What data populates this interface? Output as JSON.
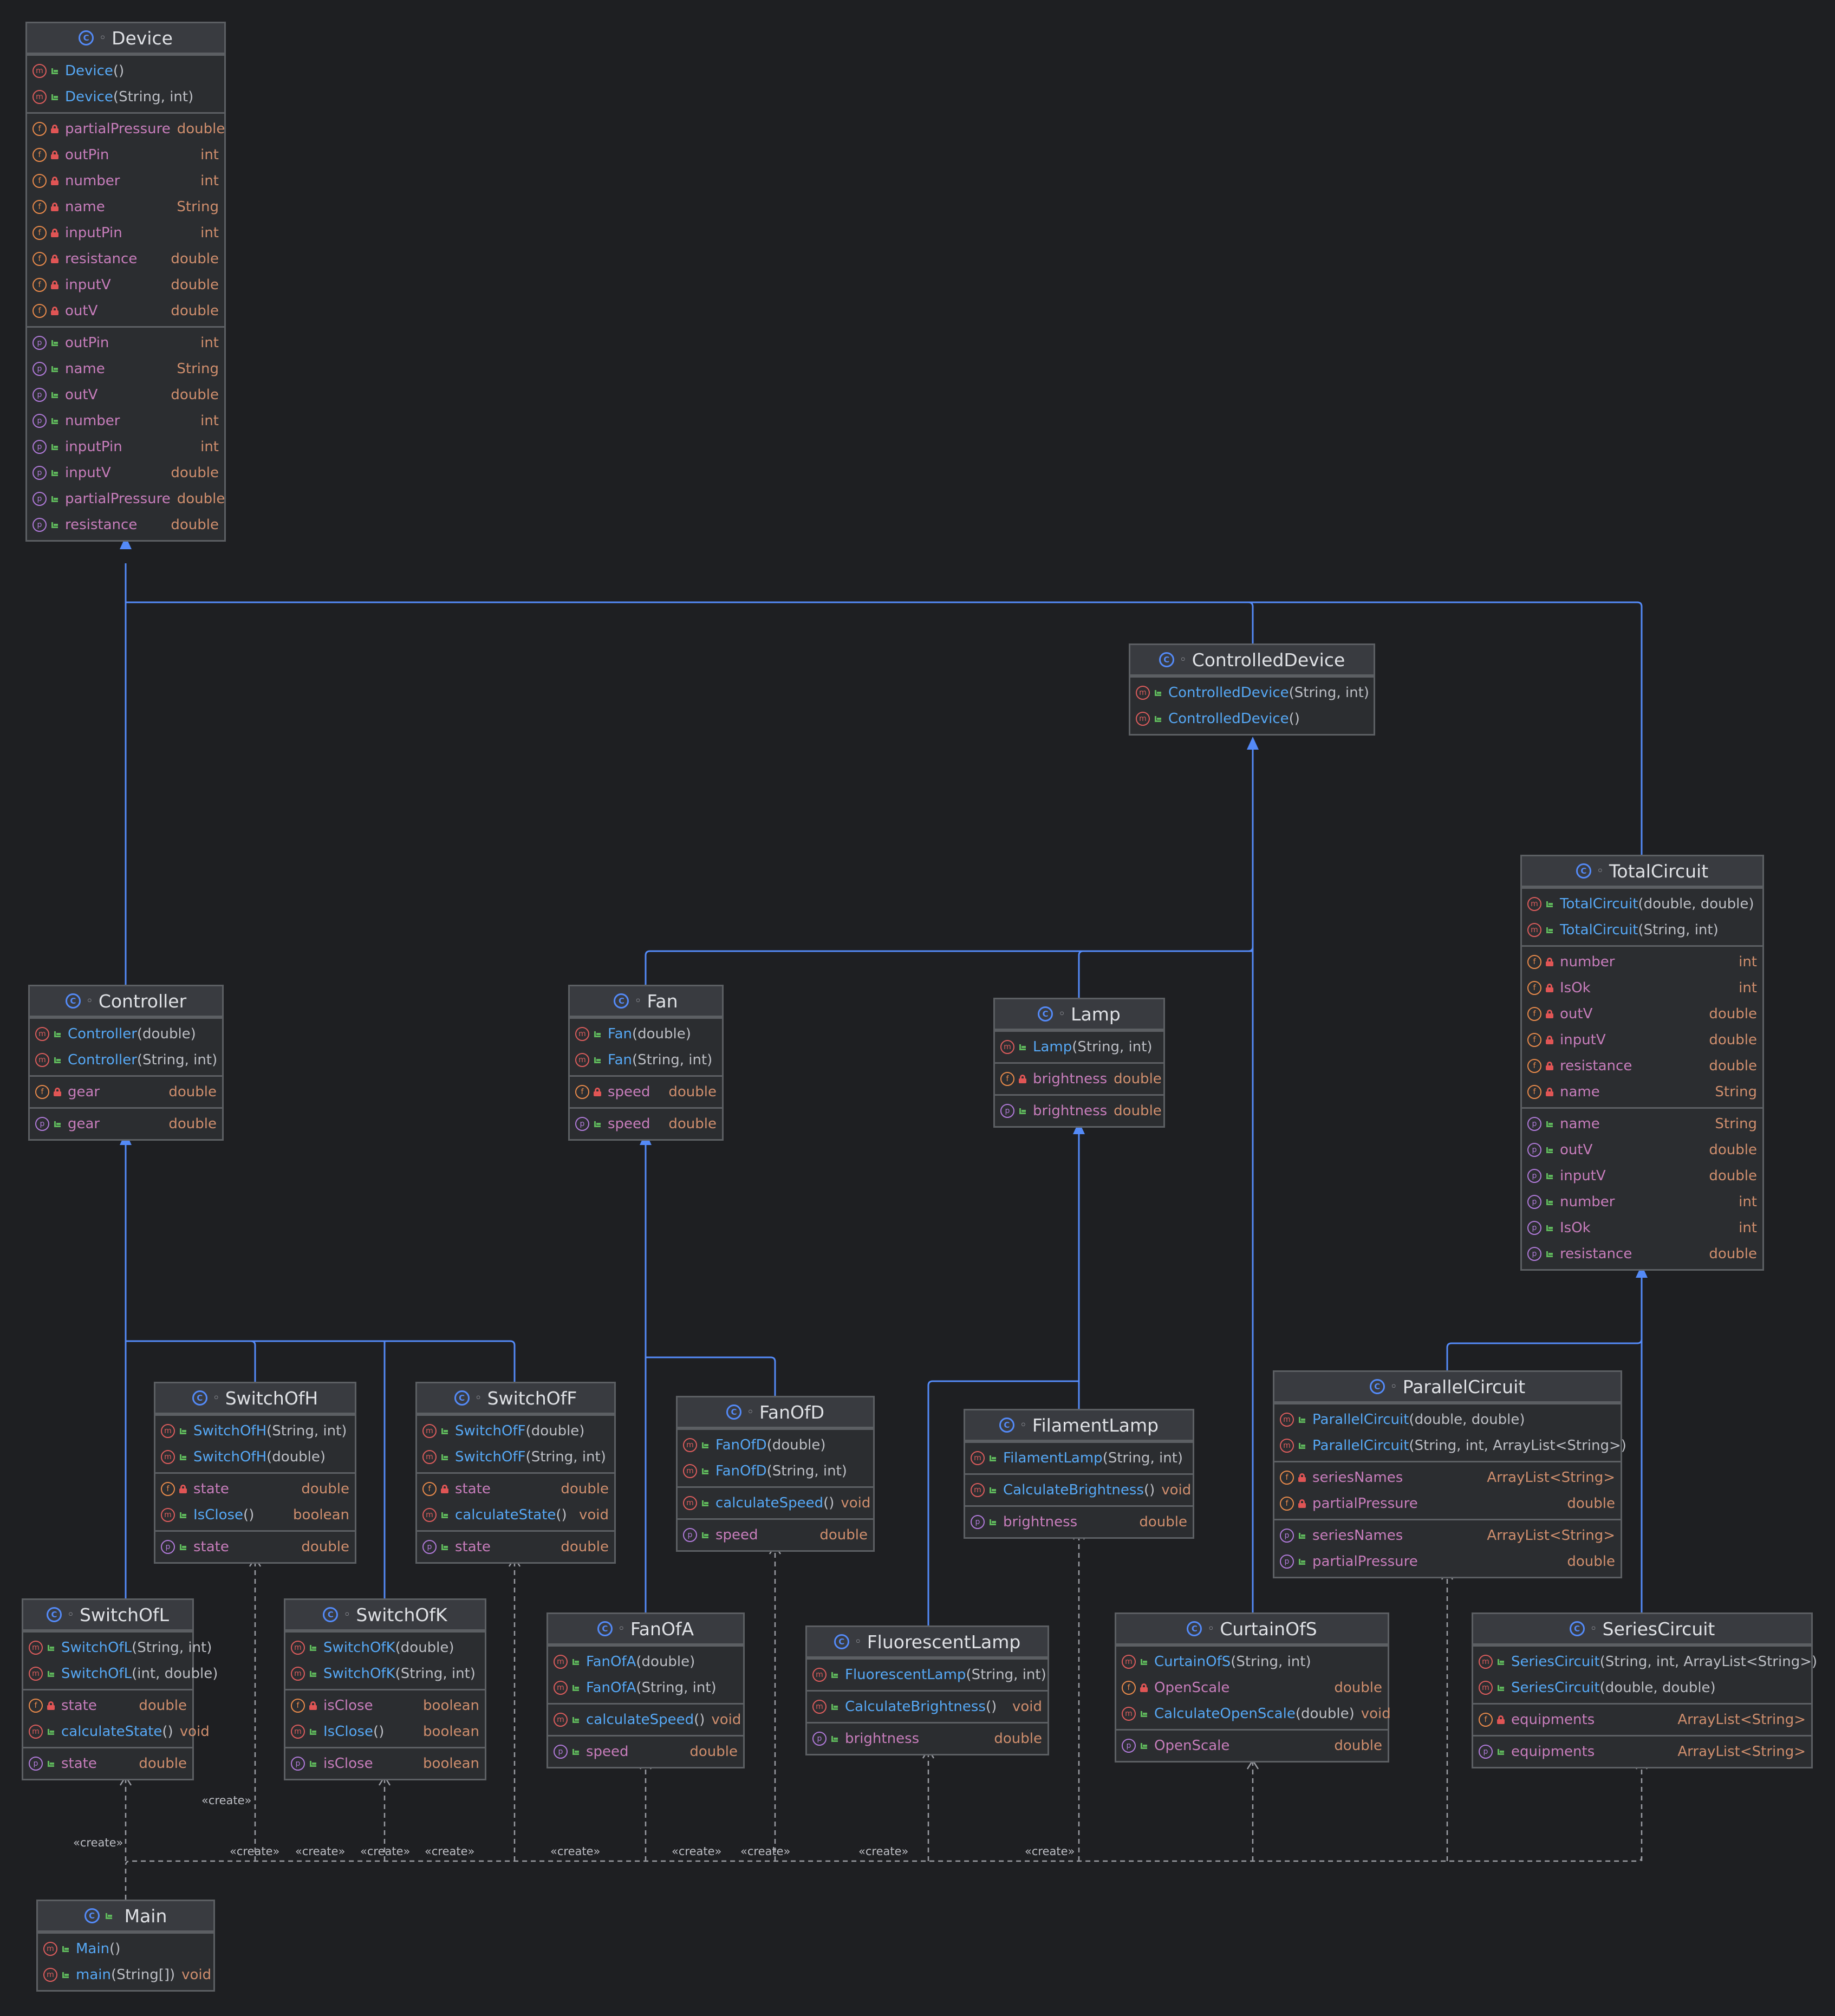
{
  "classes": [
    {
      "id": "Device",
      "title": "Device",
      "badge": "C",
      "pkg": "◦",
      "sections": [
        [
          {
            "kind": "m",
            "vis": "pub",
            "name": "Device",
            "params": "()",
            "type": ""
          },
          {
            "kind": "m",
            "vis": "pub",
            "name": "Device",
            "params": "(String, int)",
            "type": ""
          }
        ],
        [
          {
            "kind": "f",
            "vis": "priv",
            "name": "partialPressure",
            "type": "double"
          },
          {
            "kind": "f",
            "vis": "priv",
            "name": "outPin",
            "type": "int"
          },
          {
            "kind": "f",
            "vis": "priv",
            "name": "number",
            "type": "int"
          },
          {
            "kind": "f",
            "vis": "priv",
            "name": "name",
            "type": "String"
          },
          {
            "kind": "f",
            "vis": "priv",
            "name": "inputPin",
            "type": "int"
          },
          {
            "kind": "f",
            "vis": "priv",
            "name": "resistance",
            "type": "double"
          },
          {
            "kind": "f",
            "vis": "priv",
            "name": "inputV",
            "type": "double"
          },
          {
            "kind": "f",
            "vis": "priv",
            "name": "outV",
            "type": "double"
          }
        ],
        [
          {
            "kind": "p",
            "vis": "pub",
            "name": "outPin",
            "type": "int"
          },
          {
            "kind": "p",
            "vis": "pub",
            "name": "name",
            "type": "String"
          },
          {
            "kind": "p",
            "vis": "pub",
            "name": "outV",
            "type": "double"
          },
          {
            "kind": "p",
            "vis": "pub",
            "name": "number",
            "type": "int"
          },
          {
            "kind": "p",
            "vis": "pub",
            "name": "inputPin",
            "type": "int"
          },
          {
            "kind": "p",
            "vis": "pub",
            "name": "inputV",
            "type": "double"
          },
          {
            "kind": "p",
            "vis": "pub",
            "name": "partialPressure",
            "type": "double"
          },
          {
            "kind": "p",
            "vis": "pub",
            "name": "resistance",
            "type": "double"
          }
        ]
      ]
    },
    {
      "id": "ControlledDevice",
      "title": "ControlledDevice",
      "badge": "C",
      "pkg": "◦",
      "sections": [
        [
          {
            "kind": "m",
            "vis": "pub",
            "name": "ControlledDevice",
            "params": "(String, int)",
            "type": ""
          },
          {
            "kind": "m",
            "vis": "pub",
            "name": "ControlledDevice",
            "params": "()",
            "type": ""
          }
        ]
      ]
    },
    {
      "id": "TotalCircuit",
      "title": "TotalCircuit",
      "badge": "C",
      "pkg": "◦",
      "sections": [
        [
          {
            "kind": "m",
            "vis": "pub",
            "name": "TotalCircuit",
            "params": "(double, double)",
            "type": ""
          },
          {
            "kind": "m",
            "vis": "pub",
            "name": "TotalCircuit",
            "params": "(String, int)",
            "type": ""
          }
        ],
        [
          {
            "kind": "f",
            "vis": "priv",
            "name": "number",
            "type": "int"
          },
          {
            "kind": "f",
            "vis": "priv",
            "name": "IsOk",
            "type": "int"
          },
          {
            "kind": "f",
            "vis": "priv",
            "name": "outV",
            "type": "double"
          },
          {
            "kind": "f",
            "vis": "priv",
            "name": "inputV",
            "type": "double"
          },
          {
            "kind": "f",
            "vis": "priv",
            "name": "resistance",
            "type": "double"
          },
          {
            "kind": "f",
            "vis": "priv",
            "name": "name",
            "type": "String"
          }
        ],
        [
          {
            "kind": "p",
            "vis": "pub",
            "name": "name",
            "type": "String"
          },
          {
            "kind": "p",
            "vis": "pub",
            "name": "outV",
            "type": "double"
          },
          {
            "kind": "p",
            "vis": "pub",
            "name": "inputV",
            "type": "double"
          },
          {
            "kind": "p",
            "vis": "pub",
            "name": "number",
            "type": "int"
          },
          {
            "kind": "p",
            "vis": "pub",
            "name": "IsOk",
            "type": "int"
          },
          {
            "kind": "p",
            "vis": "pub",
            "name": "resistance",
            "type": "double"
          }
        ]
      ]
    },
    {
      "id": "Controller",
      "title": "Controller",
      "badge": "C",
      "pkg": "◦",
      "sections": [
        [
          {
            "kind": "m",
            "vis": "pub",
            "name": "Controller",
            "params": "(double)",
            "type": ""
          },
          {
            "kind": "m",
            "vis": "pub",
            "name": "Controller",
            "params": "(String, int)",
            "type": ""
          }
        ],
        [
          {
            "kind": "f",
            "vis": "priv",
            "name": "gear",
            "type": "double"
          }
        ],
        [
          {
            "kind": "p",
            "vis": "pub",
            "name": "gear",
            "type": "double"
          }
        ]
      ]
    },
    {
      "id": "Fan",
      "title": "Fan",
      "badge": "C",
      "pkg": "◦",
      "sections": [
        [
          {
            "kind": "m",
            "vis": "pub",
            "name": "Fan",
            "params": "(double)",
            "type": ""
          },
          {
            "kind": "m",
            "vis": "pub",
            "name": "Fan",
            "params": "(String, int)",
            "type": ""
          }
        ],
        [
          {
            "kind": "f",
            "vis": "priv",
            "name": "speed",
            "type": "double"
          }
        ],
        [
          {
            "kind": "p",
            "vis": "pub",
            "name": "speed",
            "type": "double"
          }
        ]
      ]
    },
    {
      "id": "Lamp",
      "title": "Lamp",
      "badge": "C",
      "pkg": "◦",
      "sections": [
        [
          {
            "kind": "m",
            "vis": "pub",
            "name": "Lamp",
            "params": "(String, int)",
            "type": ""
          }
        ],
        [
          {
            "kind": "f",
            "vis": "priv",
            "name": "brightness",
            "type": "double"
          }
        ],
        [
          {
            "kind": "p",
            "vis": "pub",
            "name": "brightness",
            "type": "double"
          }
        ]
      ]
    },
    {
      "id": "SwitchOfH",
      "title": "SwitchOfH",
      "badge": "C",
      "pkg": "◦",
      "sections": [
        [
          {
            "kind": "m",
            "vis": "pub",
            "name": "SwitchOfH",
            "params": "(String, int)",
            "type": ""
          },
          {
            "kind": "m",
            "vis": "pub",
            "name": "SwitchOfH",
            "params": "(double)",
            "type": ""
          }
        ],
        [
          {
            "kind": "f",
            "vis": "priv",
            "name": "state",
            "type": "double"
          },
          {
            "kind": "m",
            "vis": "pub",
            "name": "IsClose",
            "params": "()",
            "type": "boolean"
          }
        ],
        [
          {
            "kind": "p",
            "vis": "pub",
            "name": "state",
            "type": "double"
          }
        ]
      ]
    },
    {
      "id": "SwitchOfF",
      "title": "SwitchOfF",
      "badge": "C",
      "pkg": "◦",
      "sections": [
        [
          {
            "kind": "m",
            "vis": "pub",
            "name": "SwitchOfF",
            "params": "(double)",
            "type": ""
          },
          {
            "kind": "m",
            "vis": "pub",
            "name": "SwitchOfF",
            "params": "(String, int)",
            "type": ""
          }
        ],
        [
          {
            "kind": "f",
            "vis": "priv",
            "name": "state",
            "type": "double"
          },
          {
            "kind": "m",
            "vis": "pub",
            "name": "calculateState",
            "params": "()",
            "type": "void"
          }
        ],
        [
          {
            "kind": "p",
            "vis": "pub",
            "name": "state",
            "type": "double"
          }
        ]
      ]
    },
    {
      "id": "FanOfD",
      "title": "FanOfD",
      "badge": "C",
      "pkg": "◦",
      "sections": [
        [
          {
            "kind": "m",
            "vis": "pub",
            "name": "FanOfD",
            "params": "(double)",
            "type": ""
          },
          {
            "kind": "m",
            "vis": "pub",
            "name": "FanOfD",
            "params": "(String, int)",
            "type": ""
          }
        ],
        [
          {
            "kind": "m",
            "vis": "pub",
            "name": "calculateSpeed",
            "params": "()",
            "type": "void"
          }
        ],
        [
          {
            "kind": "p",
            "vis": "pub",
            "name": "speed",
            "type": "double"
          }
        ]
      ]
    },
    {
      "id": "FilamentLamp",
      "title": "FilamentLamp",
      "badge": "C",
      "pkg": "◦",
      "sections": [
        [
          {
            "kind": "m",
            "vis": "pub",
            "name": "FilamentLamp",
            "params": "(String, int)",
            "type": ""
          }
        ],
        [
          {
            "kind": "m",
            "vis": "pub",
            "name": "CalculateBrightness",
            "params": "()",
            "type": "void"
          }
        ],
        [
          {
            "kind": "p",
            "vis": "pub",
            "name": "brightness",
            "type": "double"
          }
        ]
      ]
    },
    {
      "id": "ParallelCircuit",
      "title": "ParallelCircuit",
      "badge": "C",
      "pkg": "◦",
      "sections": [
        [
          {
            "kind": "m",
            "vis": "pub",
            "name": "ParallelCircuit",
            "params": "(double, double)",
            "type": ""
          },
          {
            "kind": "m",
            "vis": "pub",
            "name": "ParallelCircuit",
            "params": "(String, int, ArrayList<String>)",
            "type": ""
          }
        ],
        [
          {
            "kind": "f",
            "vis": "priv",
            "name": "seriesNames",
            "type": "ArrayList<String>"
          },
          {
            "kind": "f",
            "vis": "priv",
            "name": "partialPressure",
            "type": "double"
          }
        ],
        [
          {
            "kind": "p",
            "vis": "pub",
            "name": "seriesNames",
            "type": "ArrayList<String>"
          },
          {
            "kind": "p",
            "vis": "pub",
            "name": "partialPressure",
            "type": "double"
          }
        ]
      ]
    },
    {
      "id": "SwitchOfL",
      "title": "SwitchOfL",
      "badge": "C",
      "pkg": "◦",
      "sections": [
        [
          {
            "kind": "m",
            "vis": "pub",
            "name": "SwitchOfL",
            "params": "(String, int)",
            "type": ""
          },
          {
            "kind": "m",
            "vis": "pub",
            "name": "SwitchOfL",
            "params": "(int, double)",
            "type": ""
          }
        ],
        [
          {
            "kind": "f",
            "vis": "priv",
            "name": "state",
            "type": "double"
          },
          {
            "kind": "m",
            "vis": "pub",
            "name": "calculateState",
            "params": "()",
            "type": "void"
          }
        ],
        [
          {
            "kind": "p",
            "vis": "pub",
            "name": "state",
            "type": "double"
          }
        ]
      ]
    },
    {
      "id": "SwitchOfK",
      "title": "SwitchOfK",
      "badge": "C",
      "pkg": "◦",
      "sections": [
        [
          {
            "kind": "m",
            "vis": "pub",
            "name": "SwitchOfK",
            "params": "(double)",
            "type": ""
          },
          {
            "kind": "m",
            "vis": "pub",
            "name": "SwitchOfK",
            "params": "(String, int)",
            "type": ""
          }
        ],
        [
          {
            "kind": "f",
            "vis": "priv",
            "name": "isClose",
            "type": "boolean"
          },
          {
            "kind": "m",
            "vis": "pub",
            "name": "IsClose",
            "params": "()",
            "type": "boolean"
          }
        ],
        [
          {
            "kind": "p",
            "vis": "pub",
            "name": "isClose",
            "type": "boolean"
          }
        ]
      ]
    },
    {
      "id": "FanOfA",
      "title": "FanOfA",
      "badge": "C",
      "pkg": "◦",
      "sections": [
        [
          {
            "kind": "m",
            "vis": "pub",
            "name": "FanOfA",
            "params": "(double)",
            "type": ""
          },
          {
            "kind": "m",
            "vis": "pub",
            "name": "FanOfA",
            "params": "(String, int)",
            "type": ""
          }
        ],
        [
          {
            "kind": "m",
            "vis": "pub",
            "name": "calculateSpeed",
            "params": "()",
            "type": "void"
          }
        ],
        [
          {
            "kind": "p",
            "vis": "pub",
            "name": "speed",
            "type": "double"
          }
        ]
      ]
    },
    {
      "id": "FluorescentLamp",
      "title": "FluorescentLamp",
      "badge": "C",
      "pkg": "◦",
      "sections": [
        [
          {
            "kind": "m",
            "vis": "pub",
            "name": "FluorescentLamp",
            "params": "(String, int)",
            "type": ""
          }
        ],
        [
          {
            "kind": "m",
            "vis": "pub",
            "name": "CalculateBrightness",
            "params": "()",
            "type": "void"
          }
        ],
        [
          {
            "kind": "p",
            "vis": "pub",
            "name": "brightness",
            "type": "double"
          }
        ]
      ]
    },
    {
      "id": "CurtainOfS",
      "title": "CurtainOfS",
      "badge": "C",
      "pkg": "◦",
      "sections": [
        [
          {
            "kind": "m",
            "vis": "pub",
            "name": "CurtainOfS",
            "params": "(String, int)",
            "type": ""
          },
          {
            "kind": "f",
            "vis": "priv",
            "name": "OpenScale",
            "type": "double"
          },
          {
            "kind": "m",
            "vis": "pub",
            "name": "CalculateOpenScale",
            "params": "(double)",
            "type": "void"
          }
        ],
        [
          {
            "kind": "p",
            "vis": "pub",
            "name": "OpenScale",
            "type": "double"
          }
        ]
      ]
    },
    {
      "id": "SeriesCircuit",
      "title": "SeriesCircuit",
      "badge": "C",
      "pkg": "◦",
      "sections": [
        [
          {
            "kind": "m",
            "vis": "pub",
            "name": "SeriesCircuit",
            "params": "(String, int, ArrayList<String>)",
            "type": ""
          },
          {
            "kind": "m",
            "vis": "pub",
            "name": "SeriesCircuit",
            "params": "(double, double)",
            "type": ""
          }
        ],
        [
          {
            "kind": "f",
            "vis": "priv",
            "name": "equipments",
            "type": "ArrayList<String>"
          }
        ],
        [
          {
            "kind": "p",
            "vis": "pub",
            "name": "equipments",
            "type": "ArrayList<String>"
          }
        ]
      ]
    },
    {
      "id": "Main",
      "title": "Main",
      "badge": "C",
      "pkg": "pub",
      "sections": [
        [
          {
            "kind": "m",
            "vis": "pub",
            "name": "Main",
            "params": "()",
            "type": ""
          },
          {
            "kind": "m",
            "vis": "pub",
            "name": "main",
            "params": "(String[])",
            "type": "void"
          }
        ]
      ]
    }
  ],
  "create_label": "«create»",
  "colors": {
    "inherit": "#548af7",
    "dependency": "#9a9ca3",
    "background": "#1e1f22"
  }
}
